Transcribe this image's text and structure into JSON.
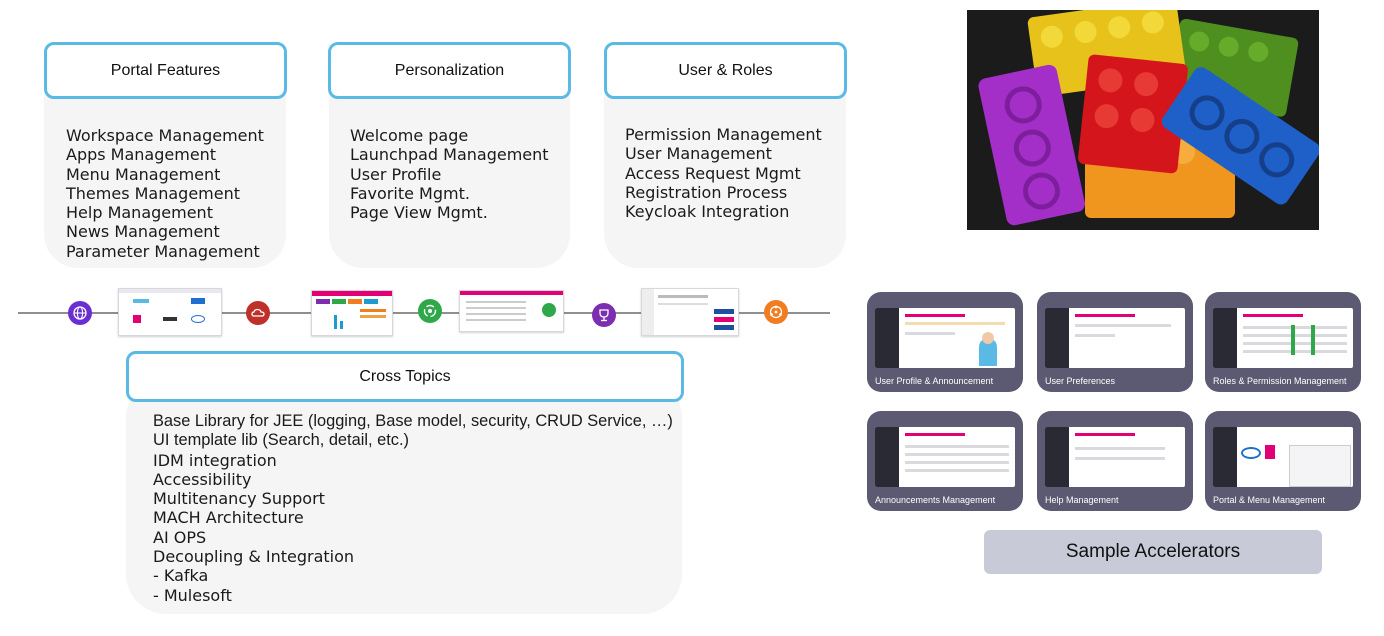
{
  "portal_features": {
    "title": "Portal Features",
    "items": [
      "Workspace Management",
      "Apps Management",
      "Menu Management",
      "Themes Management",
      "Help Management",
      "News Management",
      "Parameter Management"
    ]
  },
  "personalization": {
    "title": "Personalization",
    "items": [
      "Welcome page",
      "Launchpad Management",
      "User Profile",
      "Favorite Mgmt.",
      "Page View Mgmt."
    ]
  },
  "user_roles": {
    "title": "User & Roles",
    "items": [
      "Permission Management",
      "User Management",
      "Access Request Mgmt",
      "Registration Process",
      "Keycloak Integration"
    ]
  },
  "cross_topics": {
    "title": "Cross Topics",
    "items": [
      "Base Library for JEE (logging, Base model, security, CRUD Service, …)",
      "UI template lib (Search, detail, etc.)",
      "IDM integration",
      "Accessibility",
      "Multitenancy Support",
      "MACH Architecture",
      "AI OPS",
      "Decoupling & Integration",
      "-  Kafka",
      "-  Mulesoft"
    ]
  },
  "accelerators": {
    "cards": [
      "User Profile & Announcement",
      "User Preferences",
      "Roles & Permission Management",
      "Announcements Management",
      "Help Management",
      "Portal & Menu Management"
    ],
    "button_label": "Sample Accelerators"
  },
  "timeline_icons": [
    "globe-icon",
    "cloud-icon",
    "recycle-icon",
    "trophy-icon",
    "network-icon"
  ],
  "colors": {
    "accent_border": "#5bb9e6",
    "card_bg": "#5c5a72",
    "button_bg": "#c9cad8",
    "icon_purple": "#6a2fd0",
    "icon_red": "#c0302a",
    "icon_green": "#2fa84a",
    "icon_violet": "#7b2fb0",
    "icon_orange": "#f07d20"
  }
}
